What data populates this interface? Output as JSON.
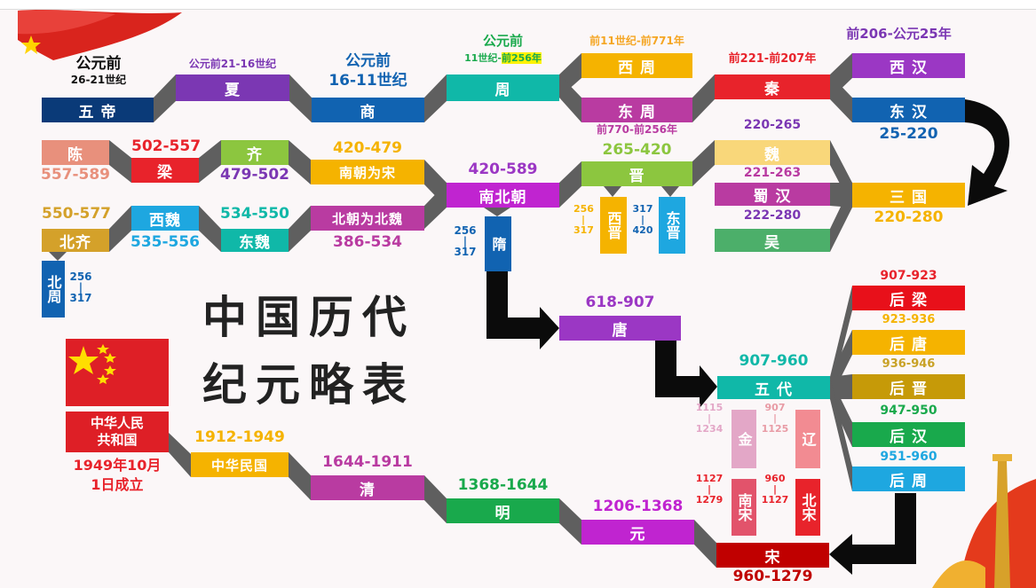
{
  "title": {
    "line1": "中国历代",
    "line2": "纪元略表"
  },
  "colors": {
    "navy": "#0a3a78",
    "purple": "#7b37b3",
    "blue": "#1163b1",
    "teal": "#10b8a8",
    "gold": "#f5b300",
    "magenta": "#b93ba1",
    "red": "#e8232b",
    "violet": "#9b37c4",
    "green": "#8cc63f",
    "orange": "#f5a623",
    "salmon": "#e57c6a",
    "darkred": "#c00000"
  },
  "row1": {
    "wudi": {
      "era_line1": "公元前",
      "era_line2": "26-21世纪",
      "name": "五 帝"
    },
    "xia": {
      "era": "公元前21-16世纪",
      "name": "夏"
    },
    "shang": {
      "era_line1": "公元前",
      "era_line2": "16-11世纪",
      "name": "商"
    },
    "zhou": {
      "era_line1": "公元前",
      "era_line2_a": "11世纪-",
      "era_line2_b": "前256年",
      "name": "周"
    },
    "xizhou": {
      "era": "前11世纪-前771年",
      "name": "西 周"
    },
    "dongzhou": {
      "era": "前770-前256年",
      "name": "东 周"
    },
    "qin": {
      "era": "前221-前207年",
      "name": "秦"
    },
    "xihan": {
      "era": "前206-公元25年",
      "name": "西 汉"
    },
    "donghan": {
      "era": "25-220",
      "name": "东 汉"
    }
  },
  "row2": {
    "chen": {
      "name": "陈",
      "era": "557-589"
    },
    "liang": {
      "era": "502-557",
      "name": "梁"
    },
    "qi": {
      "name": "齐",
      "era": "479-502"
    },
    "nanchao": {
      "era": "420-479",
      "name": "南朝为宋"
    },
    "nanbeichao": {
      "era": "420-589",
      "name": "南北朝"
    },
    "jin": {
      "era": "265-420",
      "name": "晋"
    },
    "xijin": {
      "name": "西晋",
      "era_start": "256",
      "era_end": "317"
    },
    "dongjin": {
      "name": "东晋",
      "era_start": "317",
      "era_end": "420"
    },
    "wei": {
      "era": "220-265",
      "name": "魏"
    },
    "shu": {
      "era": "221-263",
      "name": "蜀 汉"
    },
    "wu": {
      "era": "222-280",
      "name": "吴"
    },
    "sanguo": {
      "name": "三 国",
      "era": "220-280"
    }
  },
  "row3": {
    "beiqi": {
      "era": "550-577",
      "name": "北齐"
    },
    "xiwei": {
      "name": "西魏",
      "era": "535-556"
    },
    "dongwei": {
      "era": "534-550",
      "name": "东魏"
    },
    "beiwei": {
      "name": "北朝为北魏",
      "era": "386-534"
    },
    "sui": {
      "name": "隋",
      "era_start": "256",
      "era_end": "317"
    },
    "beizhou": {
      "name": "北周",
      "era_start": "256",
      "era_end": "317"
    }
  },
  "tang": {
    "era": "618-907",
    "name": "唐"
  },
  "wudai": {
    "era": "907-960",
    "name": "五 代",
    "houliang": {
      "era": "907-923",
      "name": "后 梁"
    },
    "houtang": {
      "era": "923-936",
      "name": "后 唐"
    },
    "houjin": {
      "era": "936-946",
      "name": "后 晋"
    },
    "houhan": {
      "era": "947-950",
      "name": "后 汉"
    },
    "houzhou": {
      "era": "951-960",
      "name": "后 周"
    }
  },
  "jin_dyn": {
    "name": "金",
    "era_start": "1115",
    "era_end": "1234"
  },
  "liao": {
    "name": "辽",
    "era_start": "907",
    "era_end": "1125"
  },
  "nansong": {
    "name": "南宋",
    "era_start": "1127",
    "era_end": "1279"
  },
  "beisong": {
    "name": "北宋",
    "era_start": "960",
    "era_end": "1127"
  },
  "song": {
    "name": "宋",
    "era": "960-1279"
  },
  "yuan": {
    "era": "1206-1368",
    "name": "元"
  },
  "ming": {
    "era": "1368-1644",
    "name": "明"
  },
  "qing": {
    "era": "1644-1911",
    "name": "清"
  },
  "minguo": {
    "era": "1912-1949",
    "name": "中华民国"
  },
  "prc": {
    "name_line1": "中华人民",
    "name_line2": "共和国",
    "founded_line1": "1949年10月",
    "founded_line2": "1日成立"
  }
}
